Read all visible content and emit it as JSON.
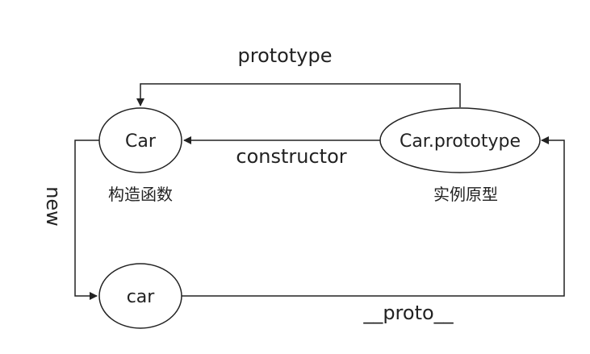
{
  "nodes": {
    "car_constructor": {
      "label": "Car",
      "caption": "构造函数"
    },
    "car_prototype": {
      "label": "Car.prototype",
      "caption": "实例原型"
    },
    "car_instance": {
      "label": "car"
    }
  },
  "edges": {
    "prototype": {
      "label": "prototype"
    },
    "constructor": {
      "label": "constructor"
    },
    "new": {
      "label": "new"
    },
    "proto": {
      "label": "__proto__"
    }
  },
  "colors": {
    "stroke": "#222222",
    "background": "#ffffff"
  }
}
